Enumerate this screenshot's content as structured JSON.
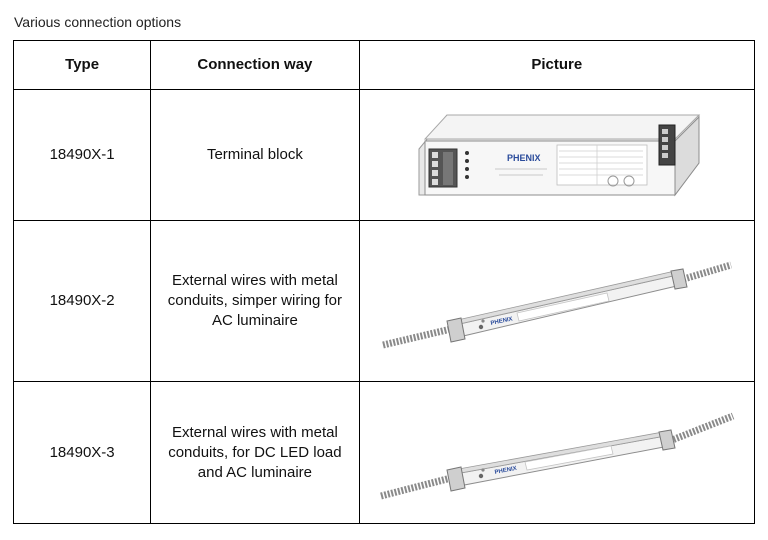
{
  "caption": "Various connection options",
  "table": {
    "headers": [
      "Type",
      "Connection way",
      "Picture"
    ],
    "rows": [
      {
        "type": "18490X-1",
        "connection": "Terminal block"
      },
      {
        "type": "18490X-2",
        "connection": "External wires with metal conduits, simper wiring for AC luminaire"
      },
      {
        "type": "18490X-3",
        "connection": "External wires with metal conduits, for DC LED load and AC luminaire"
      }
    ]
  },
  "images": {
    "brand": "PHENIX"
  }
}
